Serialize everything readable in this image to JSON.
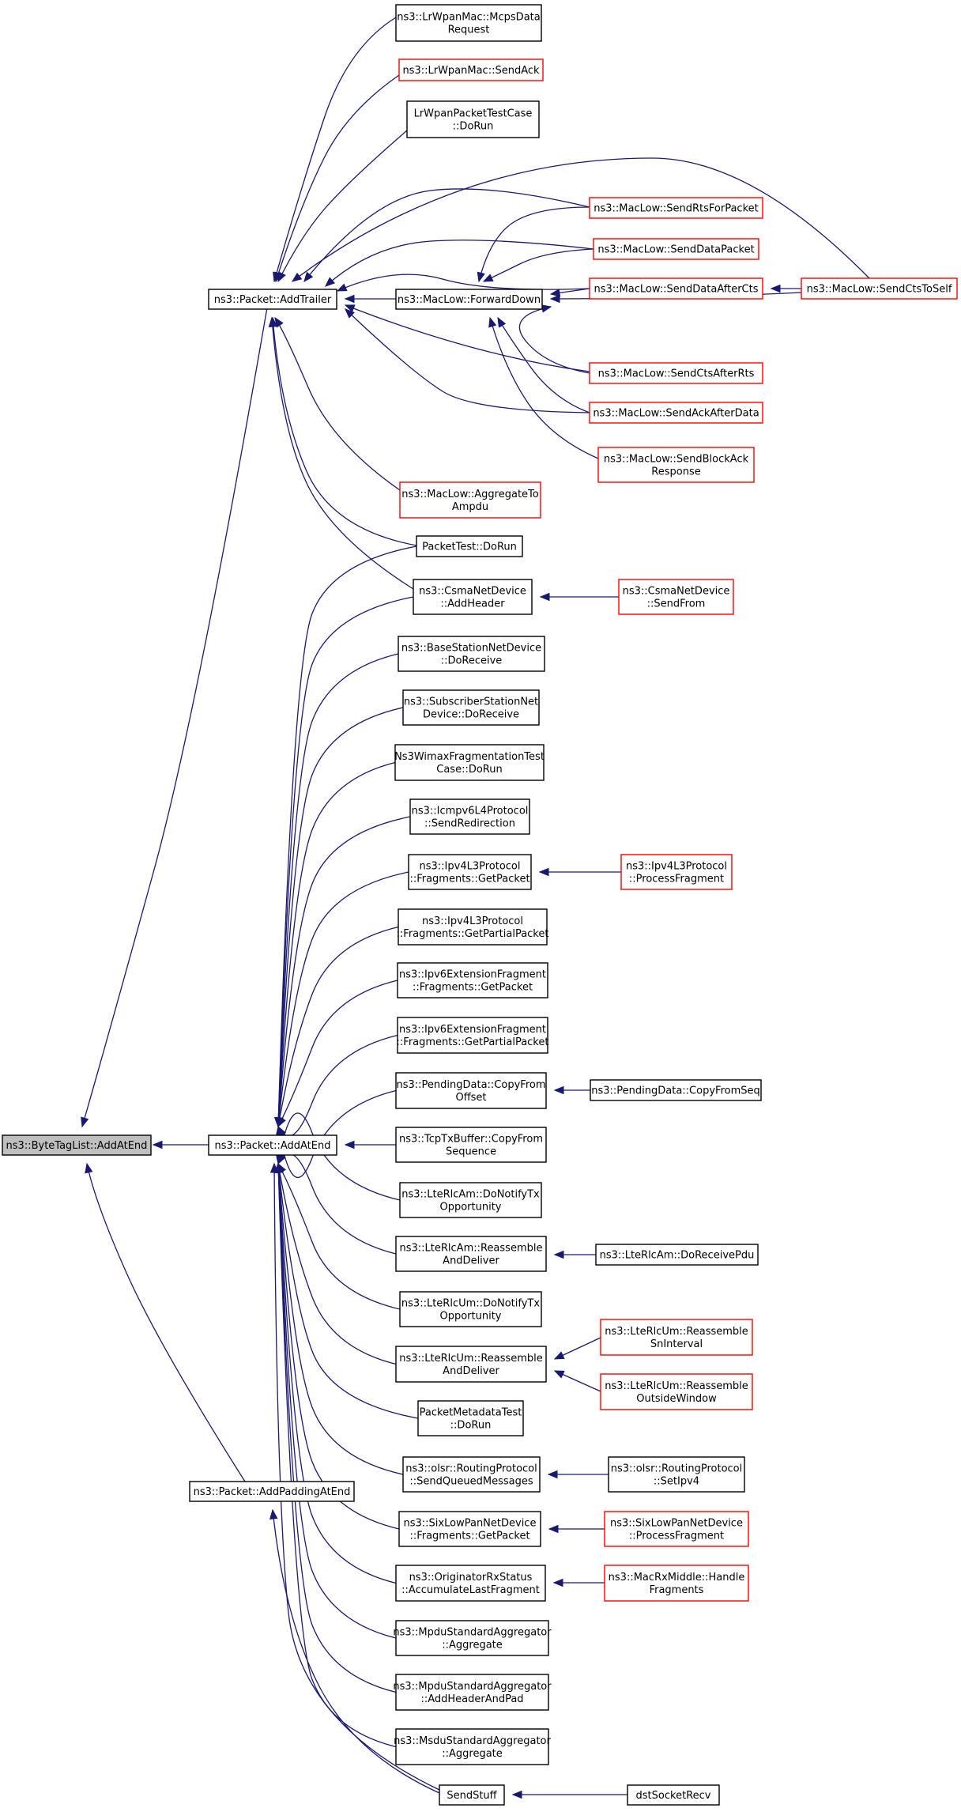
{
  "colors": {
    "edge": "#191970",
    "node_border": "#000000",
    "node_border_truncated": "#ff0000",
    "root_fill": "#bfbfbf",
    "node_fill": "#ffffff"
  },
  "nodes": [
    {
      "id": "root",
      "lines": [
        "ns3::ByteTagList::AddAtEnd"
      ],
      "style": "root"
    },
    {
      "id": "addTrailer",
      "lines": [
        "ns3::Packet::AddTrailer"
      ],
      "style": "normal"
    },
    {
      "id": "addAtEnd",
      "lines": [
        "ns3::Packet::AddAtEnd"
      ],
      "style": "normal"
    },
    {
      "id": "addPaddingAtEnd",
      "lines": [
        "ns3::Packet::AddPaddingAtEnd"
      ],
      "style": "normal"
    },
    {
      "id": "mcpsData",
      "lines": [
        "ns3::LrWpanMac::McpsData",
        "Request"
      ],
      "style": "normal"
    },
    {
      "id": "sendAckLrwpan",
      "lines": [
        "ns3::LrWpanMac::SendAck"
      ],
      "style": "truncated"
    },
    {
      "id": "lrwpanTest",
      "lines": [
        "LrWpanPacketTestCase",
        "::DoRun"
      ],
      "style": "normal"
    },
    {
      "id": "sendRts",
      "lines": [
        "ns3::MacLow::SendRtsForPacket"
      ],
      "style": "truncated"
    },
    {
      "id": "sendData",
      "lines": [
        "ns3::MacLow::SendDataPacket"
      ],
      "style": "truncated"
    },
    {
      "id": "sendDataAfterCts",
      "lines": [
        "ns3::MacLow::SendDataAfterCts"
      ],
      "style": "truncated"
    },
    {
      "id": "sendCtsToSelf",
      "lines": [
        "ns3::MacLow::SendCtsToSelf"
      ],
      "style": "truncated"
    },
    {
      "id": "forwardDown",
      "lines": [
        "ns3::MacLow::ForwardDown"
      ],
      "style": "normal"
    },
    {
      "id": "sendCtsAfterRts",
      "lines": [
        "ns3::MacLow::SendCtsAfterRts"
      ],
      "style": "truncated"
    },
    {
      "id": "sendAckAfterData",
      "lines": [
        "ns3::MacLow::SendAckAfterData"
      ],
      "style": "truncated"
    },
    {
      "id": "sendBlockAck",
      "lines": [
        "ns3::MacLow::SendBlockAck",
        "Response"
      ],
      "style": "truncated"
    },
    {
      "id": "aggregateToAmpdu",
      "lines": [
        "ns3::MacLow::AggregateTo",
        "Ampdu"
      ],
      "style": "truncated"
    },
    {
      "id": "packetTest",
      "lines": [
        "PacketTest::DoRun"
      ],
      "style": "normal"
    },
    {
      "id": "csmaAddHeader",
      "lines": [
        "ns3::CsmaNetDevice",
        "::AddHeader"
      ],
      "style": "normal"
    },
    {
      "id": "csmaSendFrom",
      "lines": [
        "ns3::CsmaNetDevice",
        "::SendFrom"
      ],
      "style": "truncated"
    },
    {
      "id": "bsDoReceive",
      "lines": [
        "ns3::BaseStationNetDevice",
        "::DoReceive"
      ],
      "style": "normal"
    },
    {
      "id": "ssDoReceive",
      "lines": [
        "ns3::SubscriberStationNet",
        "Device::DoReceive"
      ],
      "style": "normal"
    },
    {
      "id": "wimaxFrag",
      "lines": [
        "Ns3WimaxFragmentationTest",
        "Case::DoRun"
      ],
      "style": "normal"
    },
    {
      "id": "icmpv6",
      "lines": [
        "ns3::Icmpv6L4Protocol",
        "::SendRedirection"
      ],
      "style": "normal"
    },
    {
      "id": "ipv4GetPacket",
      "lines": [
        "ns3::Ipv4L3Protocol",
        "::Fragments::GetPacket"
      ],
      "style": "normal"
    },
    {
      "id": "ipv4ProcessFrag",
      "lines": [
        "ns3::Ipv4L3Protocol",
        "::ProcessFragment"
      ],
      "style": "truncated"
    },
    {
      "id": "ipv4GetPartial",
      "lines": [
        "ns3::Ipv4L3Protocol",
        "::Fragments::GetPartialPacket"
      ],
      "style": "normal"
    },
    {
      "id": "ipv6GetPacket",
      "lines": [
        "ns3::Ipv6ExtensionFragment",
        "::Fragments::GetPacket"
      ],
      "style": "normal"
    },
    {
      "id": "ipv6GetPartial",
      "lines": [
        "ns3::Ipv6ExtensionFragment",
        "::Fragments::GetPartialPacket"
      ],
      "style": "normal"
    },
    {
      "id": "pendingCopyFromOffset",
      "lines": [
        "ns3::PendingData::CopyFrom",
        "Offset"
      ],
      "style": "normal"
    },
    {
      "id": "pendingCopyFromSeq",
      "lines": [
        "ns3::PendingData::CopyFromSeq"
      ],
      "style": "normal"
    },
    {
      "id": "tcpTxCopy",
      "lines": [
        "ns3::TcpTxBuffer::CopyFrom",
        "Sequence"
      ],
      "style": "normal"
    },
    {
      "id": "rlcAmNotify",
      "lines": [
        "ns3::LteRlcAm::DoNotifyTx",
        "Opportunity"
      ],
      "style": "normal"
    },
    {
      "id": "rlcAmReassemble",
      "lines": [
        "ns3::LteRlcAm::Reassemble",
        "AndDeliver"
      ],
      "style": "normal"
    },
    {
      "id": "rlcAmReceivePdu",
      "lines": [
        "ns3::LteRlcAm::DoReceivePdu"
      ],
      "style": "normal"
    },
    {
      "id": "rlcUmNotify",
      "lines": [
        "ns3::LteRlcUm::DoNotifyTx",
        "Opportunity"
      ],
      "style": "normal"
    },
    {
      "id": "rlcUmReassemble",
      "lines": [
        "ns3::LteRlcUm::Reassemble",
        "AndDeliver"
      ],
      "style": "normal"
    },
    {
      "id": "rlcUmSnInterval",
      "lines": [
        "ns3::LteRlcUm::Reassemble",
        "SnInterval"
      ],
      "style": "truncated"
    },
    {
      "id": "rlcUmOutside",
      "lines": [
        "ns3::LteRlcUm::Reassemble",
        "OutsideWindow"
      ],
      "style": "truncated"
    },
    {
      "id": "pktMetaTest",
      "lines": [
        "PacketMetadataTest",
        "::DoRun"
      ],
      "style": "normal"
    },
    {
      "id": "olsrSendQueued",
      "lines": [
        "ns3::olsr::RoutingProtocol",
        "::SendQueuedMessages"
      ],
      "style": "normal"
    },
    {
      "id": "olsrSetIpv4",
      "lines": [
        "ns3::olsr::RoutingProtocol",
        "::SetIpv4"
      ],
      "style": "normal"
    },
    {
      "id": "sixLowGetPacket",
      "lines": [
        "ns3::SixLowPanNetDevice",
        "::Fragments::GetPacket"
      ],
      "style": "normal"
    },
    {
      "id": "sixLowProcess",
      "lines": [
        "ns3::SixLowPanNetDevice",
        "::ProcessFragment"
      ],
      "style": "truncated"
    },
    {
      "id": "origAccum",
      "lines": [
        "ns3::OriginatorRxStatus",
        "::AccumulateLastFragment"
      ],
      "style": "normal"
    },
    {
      "id": "macRxHandle",
      "lines": [
        "ns3::MacRxMiddle::Handle",
        "Fragments"
      ],
      "style": "truncated"
    },
    {
      "id": "mpduAggregate",
      "lines": [
        "ns3::MpduStandardAggregator",
        "::Aggregate"
      ],
      "style": "normal"
    },
    {
      "id": "mpduAddHeader",
      "lines": [
        "ns3::MpduStandardAggregator",
        "::AddHeaderAndPad"
      ],
      "style": "normal"
    },
    {
      "id": "msduAggregate",
      "lines": [
        "ns3::MsduStandardAggregator",
        "::Aggregate"
      ],
      "style": "normal"
    },
    {
      "id": "sendStuff",
      "lines": [
        "SendStuff"
      ],
      "style": "normal"
    },
    {
      "id": "dstSocketRecv",
      "lines": [
        "dstSocketRecv"
      ],
      "style": "normal"
    }
  ],
  "edges": [
    {
      "from": "addTrailer",
      "to": "root"
    },
    {
      "from": "addAtEnd",
      "to": "root"
    },
    {
      "from": "addPaddingAtEnd",
      "to": "root"
    },
    {
      "from": "mcpsData",
      "to": "addTrailer"
    },
    {
      "from": "sendAckLrwpan",
      "to": "addTrailer"
    },
    {
      "from": "lrwpanTest",
      "to": "addTrailer"
    },
    {
      "from": "sendRts",
      "to": "addTrailer"
    },
    {
      "from": "sendData",
      "to": "addTrailer"
    },
    {
      "from": "sendDataAfterCts",
      "to": "addTrailer"
    },
    {
      "from": "sendCtsToSelf",
      "to": "addTrailer"
    },
    {
      "from": "forwardDown",
      "to": "addTrailer"
    },
    {
      "from": "sendCtsAfterRts",
      "to": "addTrailer"
    },
    {
      "from": "sendAckAfterData",
      "to": "addTrailer"
    },
    {
      "from": "aggregateToAmpdu",
      "to": "addTrailer"
    },
    {
      "from": "packetTest",
      "to": "addTrailer"
    },
    {
      "from": "csmaAddHeader",
      "to": "addTrailer"
    },
    {
      "from": "sendRts",
      "to": "forwardDown"
    },
    {
      "from": "sendData",
      "to": "forwardDown"
    },
    {
      "from": "sendDataAfterCts",
      "to": "forwardDown"
    },
    {
      "from": "sendCtsToSelf",
      "to": "forwardDown"
    },
    {
      "from": "sendCtsAfterRts",
      "to": "forwardDown"
    },
    {
      "from": "sendAckAfterData",
      "to": "forwardDown"
    },
    {
      "from": "sendBlockAck",
      "to": "forwardDown"
    },
    {
      "from": "sendCtsToSelf",
      "to": "sendDataAfterCts"
    },
    {
      "from": "csmaSendFrom",
      "to": "csmaAddHeader"
    },
    {
      "from": "ipv4ProcessFrag",
      "to": "ipv4GetPacket"
    },
    {
      "from": "pendingCopyFromSeq",
      "to": "pendingCopyFromOffset"
    },
    {
      "from": "rlcAmReceivePdu",
      "to": "rlcAmReassemble"
    },
    {
      "from": "rlcUmSnInterval",
      "to": "rlcUmReassemble"
    },
    {
      "from": "rlcUmOutside",
      "to": "rlcUmReassemble"
    },
    {
      "from": "olsrSetIpv4",
      "to": "olsrSendQueued"
    },
    {
      "from": "sixLowProcess",
      "to": "sixLowGetPacket"
    },
    {
      "from": "macRxHandle",
      "to": "origAccum"
    },
    {
      "from": "dstSocketRecv",
      "to": "sendStuff"
    },
    {
      "from": "packetTest",
      "to": "addAtEnd"
    },
    {
      "from": "csmaAddHeader",
      "to": "addAtEnd"
    },
    {
      "from": "bsDoReceive",
      "to": "addAtEnd"
    },
    {
      "from": "ssDoReceive",
      "to": "addAtEnd"
    },
    {
      "from": "wimaxFrag",
      "to": "addAtEnd"
    },
    {
      "from": "icmpv6",
      "to": "addAtEnd"
    },
    {
      "from": "ipv4GetPacket",
      "to": "addAtEnd"
    },
    {
      "from": "ipv4GetPartial",
      "to": "addAtEnd"
    },
    {
      "from": "ipv6GetPacket",
      "to": "addAtEnd"
    },
    {
      "from": "ipv6GetPartial",
      "to": "addAtEnd"
    },
    {
      "from": "pendingCopyFromOffset",
      "to": "addAtEnd"
    },
    {
      "from": "tcpTxCopy",
      "to": "addAtEnd"
    },
    {
      "from": "rlcAmNotify",
      "to": "addAtEnd"
    },
    {
      "from": "rlcAmReassemble",
      "to": "addAtEnd"
    },
    {
      "from": "rlcUmNotify",
      "to": "addAtEnd"
    },
    {
      "from": "rlcUmReassemble",
      "to": "addAtEnd"
    },
    {
      "from": "pktMetaTest",
      "to": "addAtEnd"
    },
    {
      "from": "olsrSendQueued",
      "to": "addAtEnd"
    },
    {
      "from": "sixLowGetPacket",
      "to": "addAtEnd"
    },
    {
      "from": "origAccum",
      "to": "addAtEnd"
    },
    {
      "from": "mpduAggregate",
      "to": "addAtEnd"
    },
    {
      "from": "mpduAddHeader",
      "to": "addAtEnd"
    },
    {
      "from": "msduAggregate",
      "to": "addAtEnd"
    },
    {
      "from": "sendStuff",
      "to": "addAtEnd"
    },
    {
      "from": "sendStuff",
      "to": "addPaddingAtEnd"
    }
  ]
}
